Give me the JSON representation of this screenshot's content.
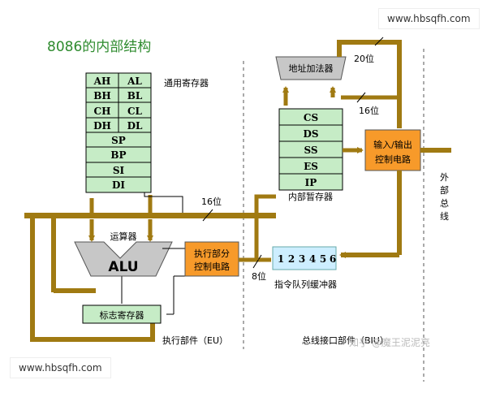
{
  "title": "8086的内部结构",
  "eu": {
    "gp_label": "通用寄存器",
    "regs_pair": [
      [
        "AH",
        "AL"
      ],
      [
        "BH",
        "BL"
      ],
      [
        "CH",
        "CL"
      ],
      [
        "DH",
        "DL"
      ]
    ],
    "regs_single": [
      "SP",
      "BP",
      "SI",
      "DI"
    ],
    "alu_label": "运算器",
    "alu": "ALU",
    "flag": "标志寄存器",
    "ctrl": [
      "执行部分",
      "控制电路"
    ],
    "section": "执行部件（EU）"
  },
  "biu": {
    "adder": "地址加法器",
    "seg_regs": [
      "CS",
      "DS",
      "SS",
      "ES",
      "IP"
    ],
    "internal_label": "内部暂存器",
    "io_ctrl": [
      "输入/输出",
      "控制电路"
    ],
    "queue": [
      "1",
      "2",
      "3",
      "4",
      "5",
      "6"
    ],
    "queue_label": "指令队列缓冲器",
    "ext_bus": [
      "外",
      "部",
      "总",
      "线"
    ],
    "section": "总线接口部件（BIU）"
  },
  "bus_widths": {
    "addr": "20位",
    "data_biu": "16位",
    "data_internal": "16位",
    "queue": "8位"
  },
  "watermarks": [
    "www.hbsqfh.com",
    "www.hbsqfh.com",
    "知乎 @魔王泥泥亮"
  ],
  "colors": {
    "title": "#2e8b2e",
    "bus": "#a07a12",
    "reg_fill": "#c6ecc6",
    "adder": "#c7c7c7",
    "ctrl": "#f79a2a",
    "queue": "#cdeeff"
  }
}
